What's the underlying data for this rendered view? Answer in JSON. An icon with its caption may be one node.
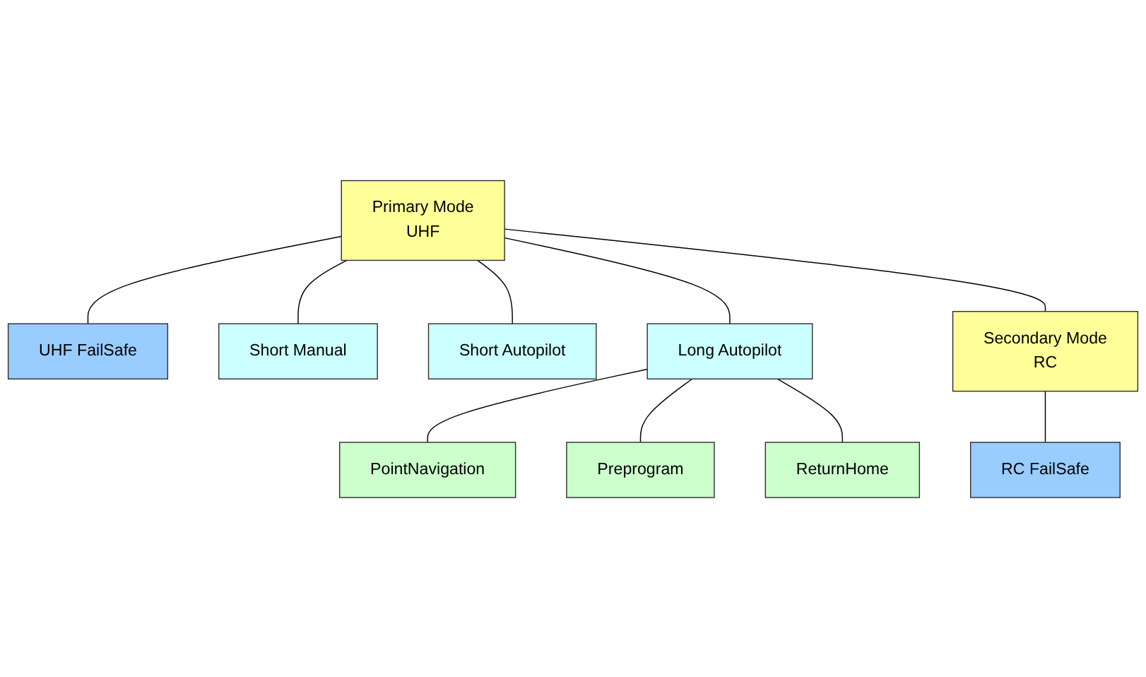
{
  "diagram": {
    "nodes": [
      {
        "text": [
          "Primary Mode",
          "UHF"
        ]
      },
      {
        "text": [
          "Secondary Mode",
          "RC"
        ]
      },
      {
        "text": [
          "RC FailSafe"
        ]
      },
      {
        "text": [
          "UHF FailSafe"
        ]
      },
      {
        "text": [
          "Short Manual"
        ]
      },
      {
        "text": [
          "Short Autopilot"
        ]
      },
      {
        "text": [
          "Long Autopilot"
        ]
      },
      {
        "text": [
          "PointNavigation"
        ]
      },
      {
        "text": [
          "Preprogram"
        ]
      },
      {
        "text": [
          "ReturnHome"
        ]
      }
    ],
    "edges": [
      {
        "from": 0,
        "to": 3,
        "arrow": "none"
      },
      {
        "from": 0,
        "to": 4,
        "arrow": "none"
      },
      {
        "from": 0,
        "to": 5,
        "arrow": "none"
      },
      {
        "from": 0,
        "to": 6,
        "arrow": "none"
      },
      {
        "from": 6,
        "to": 7,
        "arrow": "none"
      },
      {
        "from": 6,
        "to": 8,
        "arrow": "none"
      },
      {
        "from": 6,
        "to": 9,
        "arrow": "none"
      },
      {
        "from": 0,
        "to": 1,
        "arrow": "none"
      },
      {
        "from": 1,
        "to": 2,
        "arrow": "none"
      }
    ]
  }
}
